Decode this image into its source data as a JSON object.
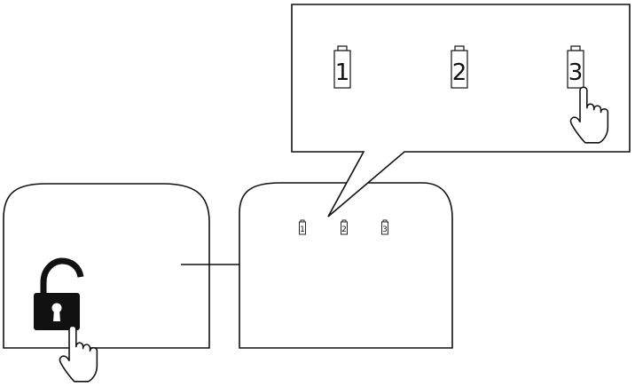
{
  "colors": {
    "stroke": "#111111",
    "background": "#ffffff",
    "lock_fill": "#111111"
  },
  "icons": {
    "lock": "padlock-open-icon",
    "hand": "pointing-hand-icon",
    "arrow": "arrow-right-icon"
  },
  "callout": {
    "slots": [
      {
        "number": "1"
      },
      {
        "number": "2"
      },
      {
        "number": "3"
      }
    ],
    "selected_slot": "3"
  },
  "device": {
    "slots": [
      {
        "number": "1"
      },
      {
        "number": "2"
      },
      {
        "number": "3"
      }
    ]
  }
}
